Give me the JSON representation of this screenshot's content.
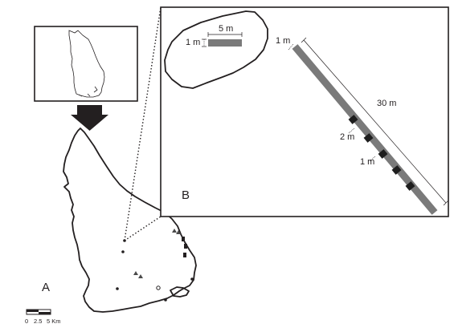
{
  "panels": {
    "a_label": "A",
    "b_label": "B"
  },
  "scale_bar": {
    "ticks": [
      "0",
      "2.5",
      "5 Km"
    ]
  },
  "plot_diagram": {
    "width_label": "5 m",
    "height_label": "1 m"
  },
  "transect_diagram": {
    "start_width_label": "1 m",
    "length_label": "30 m",
    "segment_label": "2 m",
    "marker_label": "1 m"
  },
  "colors": {
    "line": "#231f20",
    "transect_gray": "#7a7a7a",
    "transect_dark": "#1e1e1e",
    "arrow": "#231f20"
  },
  "icons": [
    "down-arrow-icon",
    "site-dot-icon",
    "site-triangle-icon",
    "site-rectangle-icon"
  ]
}
